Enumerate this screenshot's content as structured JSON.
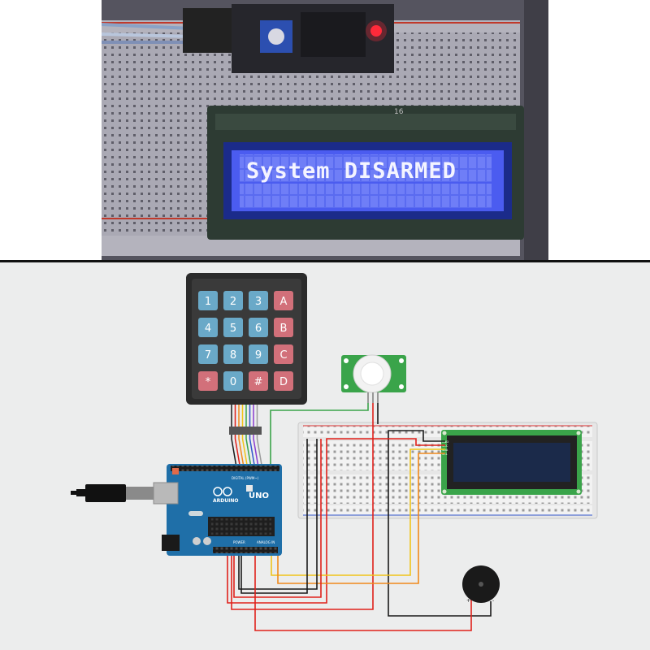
{
  "photo": {
    "lcd_line1": "System DISARMED",
    "lcd_line2": "",
    "header_pin_count": "16"
  },
  "keypad": {
    "rows": [
      [
        "1",
        "2",
        "3",
        "A"
      ],
      [
        "4",
        "5",
        "6",
        "B"
      ],
      [
        "7",
        "8",
        "9",
        "C"
      ],
      [
        "*",
        "0",
        "#",
        "D"
      ]
    ],
    "colors": {
      "digit": "#6aa9c8",
      "letter": "#d2707a",
      "frame": "#2b2b2b"
    }
  },
  "arduino": {
    "brand": "ARDUINO",
    "model": "UNO",
    "digital_label": "DIGITAL (PWM~)",
    "power_label": "POWER",
    "analog_label": "ANALOG IN",
    "color": "#1f6fa8"
  },
  "pir": {
    "color": "#3aa44a"
  },
  "lcd": {
    "pins": [
      "GND",
      "VCC",
      "SDA",
      "SCL"
    ],
    "screen_color": "#1b2a4a",
    "board_color": "#3aa44a"
  },
  "buzzer": {
    "plus": "+",
    "minus": "-"
  },
  "wire_colors": {
    "red": "#e0211b",
    "black": "#1a1a1a",
    "yellow": "#f0c419",
    "orange": "#f08a1c",
    "green": "#3aa44a"
  }
}
